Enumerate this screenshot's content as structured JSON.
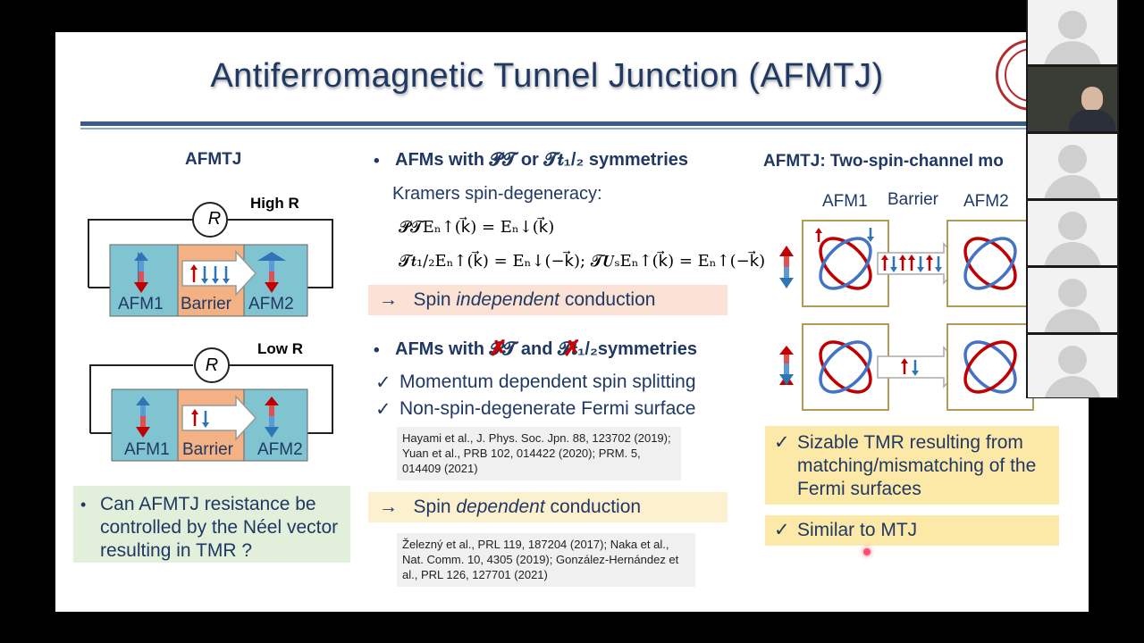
{
  "slide": {
    "title": "Antiferromagnetic Tunnel Junction (AFMTJ)",
    "left": {
      "heading": "AFMTJ",
      "high_r_label": "High R",
      "low_r_label": "Low R",
      "resistor_symbol": "R",
      "afm1": "AFM1",
      "barrier": "Barrier",
      "afm2": "AFM2",
      "question": "Can AFMTJ resistance be controlled by the Néel vector resulting in TMR ?"
    },
    "middle": {
      "bullet1": "AFMs with 𝓟𝓣 or 𝓣𝒕₁/₂ symmetries",
      "kramers": "Kramers spin-degeneracy:",
      "eq1": "𝓟𝓣Eₙ↑(k⃗) = Eₙ↓(k⃗)",
      "eq2": "𝓣𝒕₁/₂Eₙ↑(k⃗) = Eₙ↓(−k⃗);  𝓣𝑼ₛEₙ↑(k⃗) = Eₙ↑(−k⃗)",
      "arrow": "→",
      "spin_indep_a": "Spin ",
      "spin_indep_b": "independent",
      "spin_indep_c": " conduction",
      "bullet2_a": "AFMs with ",
      "bullet2_pt": "𝓟𝓣",
      "bullet2_and": " and ",
      "bullet2_tt": "𝓣𝒕₁/₂",
      "bullet2_b": "symmetries",
      "check1": "Momentum dependent spin splitting",
      "check2": "Non-spin-degenerate Fermi surface",
      "ref1": "Hayami et al., J. Phys. Soc. Jpn. 88, 123702 (2019); Yuan et al., PRB 102, 014422 (2020); PRM. 5, 014409 (2021)",
      "spin_dep_a": "Spin ",
      "spin_dep_b": "dependent",
      "spin_dep_c": " conduction",
      "ref2": "Železný et al., PRL 119, 187204 (2017); Naka et al., Nat. Comm. 10, 4305 (2019); González-Hernández et al., PRL 126, 127701 (2021)"
    },
    "right": {
      "heading": "AFMTJ: Two-spin-channel mo",
      "afm1": "AFM1",
      "barrier": "Barrier",
      "afm2": "AFM2",
      "point1": "Sizable TMR resulting from matching/mismatching of the Fermi surfaces",
      "point2": "Similar to MTJ",
      "check": "✓"
    },
    "bullet_dot": "•",
    "check": "✓"
  },
  "colors": {
    "title": "#1f3864",
    "afm_box": "#7fc4d0",
    "barrier": "#f4b183",
    "up_red": "#c00000",
    "down_blue": "#2e75b6"
  },
  "icons": {
    "seal": "university-seal-icon",
    "participant": "person-placeholder-icon"
  }
}
